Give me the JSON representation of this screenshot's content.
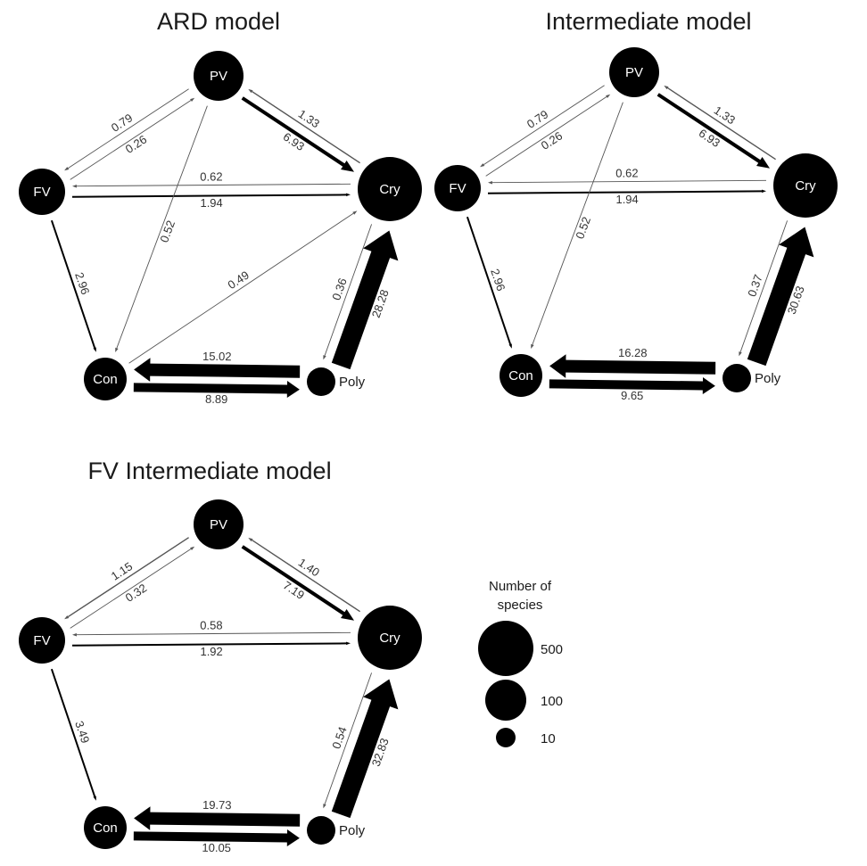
{
  "colors": {
    "node": "#000000",
    "edge": "#000000",
    "thin_edge": "#555555",
    "text": "#1a1a1a",
    "node_text": "#ffffff"
  },
  "panels": [
    {
      "title": "ARD model",
      "nodes": {
        "PV": "PV",
        "FV": "FV",
        "Cry": "Cry",
        "Con": "Con",
        "Poly": "Poly"
      },
      "edges": [
        {
          "from": "PV",
          "to": "FV",
          "rate": "0.79"
        },
        {
          "from": "FV",
          "to": "PV",
          "rate": "0.26"
        },
        {
          "from": "Cry",
          "to": "PV",
          "rate": "1.33"
        },
        {
          "from": "PV",
          "to": "Cry",
          "rate": "6.93"
        },
        {
          "from": "Cry",
          "to": "FV",
          "rate": "0.62"
        },
        {
          "from": "FV",
          "to": "Cry",
          "rate": "1.94"
        },
        {
          "from": "FV",
          "to": "Con",
          "rate": "2.96"
        },
        {
          "from": "PV",
          "to": "Con",
          "rate": "0.52"
        },
        {
          "from": "Con",
          "to": "Cry",
          "rate": "0.49"
        },
        {
          "from": "Cry",
          "to": "Poly",
          "rate": "0.36"
        },
        {
          "from": "Poly",
          "to": "Cry",
          "rate": "28.28"
        },
        {
          "from": "Poly",
          "to": "Con",
          "rate": "15.02"
        },
        {
          "from": "Con",
          "to": "Poly",
          "rate": "8.89"
        }
      ]
    },
    {
      "title": "Intermediate model",
      "nodes": {
        "PV": "PV",
        "FV": "FV",
        "Cry": "Cry",
        "Con": "Con",
        "Poly": "Poly"
      },
      "edges": [
        {
          "from": "PV",
          "to": "FV",
          "rate": "0.79"
        },
        {
          "from": "FV",
          "to": "PV",
          "rate": "0.26"
        },
        {
          "from": "Cry",
          "to": "PV",
          "rate": "1.33"
        },
        {
          "from": "PV",
          "to": "Cry",
          "rate": "6.93"
        },
        {
          "from": "Cry",
          "to": "FV",
          "rate": "0.62"
        },
        {
          "from": "FV",
          "to": "Cry",
          "rate": "1.94"
        },
        {
          "from": "FV",
          "to": "Con",
          "rate": "2.96"
        },
        {
          "from": "PV",
          "to": "Con",
          "rate": "0.52"
        },
        {
          "from": "Cry",
          "to": "Poly",
          "rate": "0.37"
        },
        {
          "from": "Poly",
          "to": "Cry",
          "rate": "30.63"
        },
        {
          "from": "Poly",
          "to": "Con",
          "rate": "16.28"
        },
        {
          "from": "Con",
          "to": "Poly",
          "rate": "9.65"
        }
      ]
    },
    {
      "title": "FV Intermediate model",
      "nodes": {
        "PV": "PV",
        "FV": "FV",
        "Cry": "Cry",
        "Con": "Con",
        "Poly": "Poly"
      },
      "edges": [
        {
          "from": "PV",
          "to": "FV",
          "rate": "1.15"
        },
        {
          "from": "FV",
          "to": "PV",
          "rate": "0.32"
        },
        {
          "from": "Cry",
          "to": "PV",
          "rate": "1.40"
        },
        {
          "from": "PV",
          "to": "Cry",
          "rate": "7.19"
        },
        {
          "from": "Cry",
          "to": "FV",
          "rate": "0.58"
        },
        {
          "from": "FV",
          "to": "Cry",
          "rate": "1.92"
        },
        {
          "from": "FV",
          "to": "Con",
          "rate": "3.49"
        },
        {
          "from": "Cry",
          "to": "Poly",
          "rate": "0.54"
        },
        {
          "from": "Poly",
          "to": "Cry",
          "rate": "32.83"
        },
        {
          "from": "Poly",
          "to": "Con",
          "rate": "19.73"
        },
        {
          "from": "Con",
          "to": "Poly",
          "rate": "10.05"
        }
      ]
    }
  ],
  "legend": {
    "title_line1": "Number of",
    "title_line2": "species",
    "entries": [
      {
        "label": "500",
        "species": 500
      },
      {
        "label": "100",
        "species": 100
      },
      {
        "label": "10",
        "species": 10
      }
    ]
  }
}
